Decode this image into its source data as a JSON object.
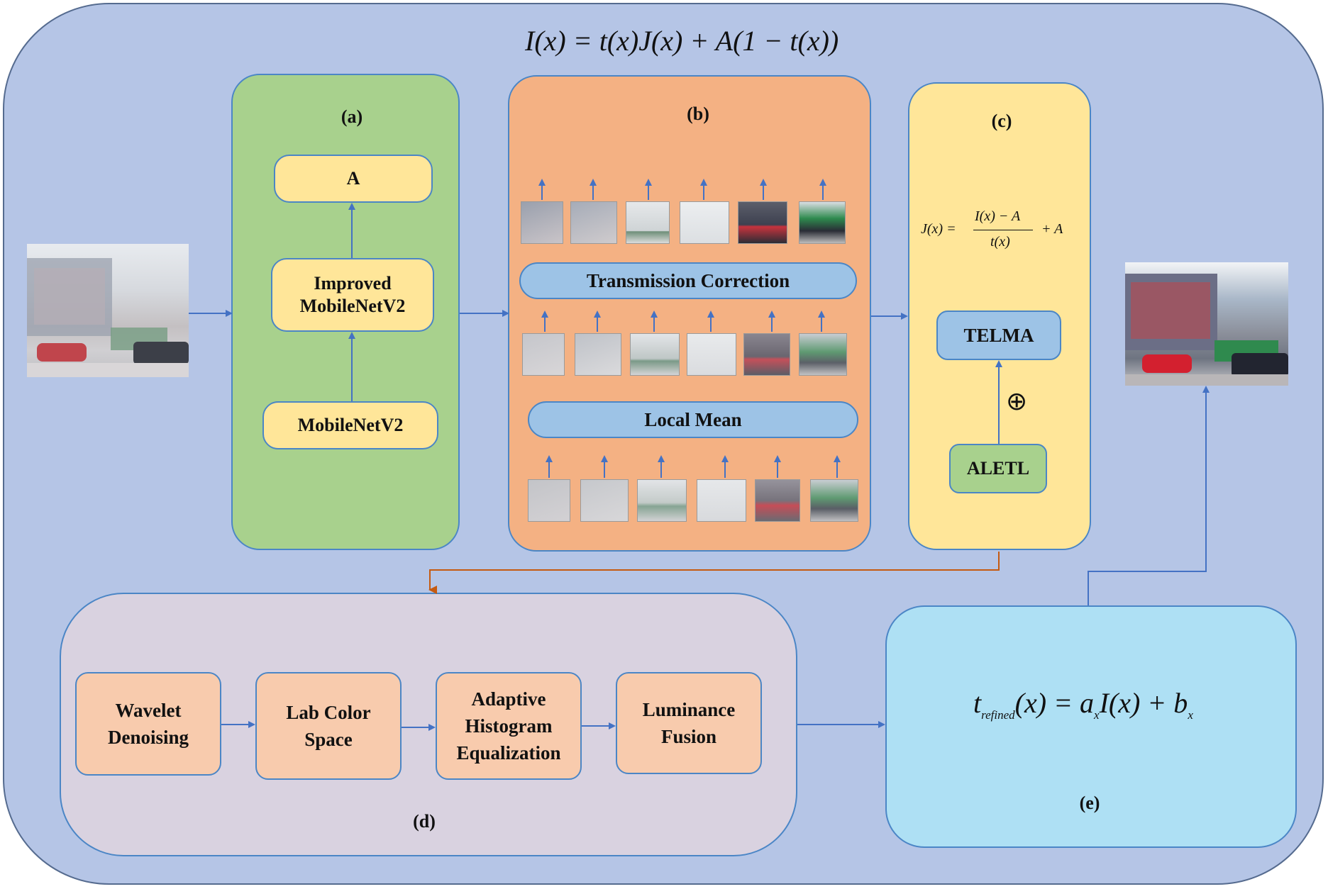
{
  "top_formula": "I(x) = t(x)J(x) + A(1 − t(x))",
  "panel_a": {
    "label": "(a)",
    "box_top": "A",
    "box_mid_line1": "Improved",
    "box_mid_line2": "MobileNetV2",
    "box_bottom": "MobileNetV2"
  },
  "panel_b": {
    "label": "(b)",
    "bar_top": "Transmission Correction",
    "bar_bottom": "Local Mean"
  },
  "panel_c": {
    "label": "(c)",
    "formula_lhs": "J(x) =",
    "formula_num": "I(x) − A",
    "formula_den": "t(x)",
    "formula_rhs": "+ A",
    "box_top": "TELMA",
    "plus_symbol": "⊕",
    "box_bottom": "ALETL"
  },
  "panel_d": {
    "label": "(d)",
    "steps": [
      {
        "line1": "Wavelet",
        "line2": "Denoising",
        "line3": ""
      },
      {
        "line1": "Lab Color",
        "line2": "Space",
        "line3": ""
      },
      {
        "line1": "Adaptive",
        "line2": "Histogram",
        "line3": "Equalization"
      },
      {
        "line1": "Luminance",
        "line2": "Fusion",
        "line3": ""
      }
    ]
  },
  "panel_e": {
    "label": "(e)",
    "formula_t": "t",
    "formula_sub": "refined",
    "formula_rest": "(x) = a",
    "formula_sub_x": "x",
    "formula_rest2": "I(x) + b",
    "formula_sub_x2": "x"
  },
  "colors": {
    "background": "#b5c5e6",
    "panel_a": "#a8d18d",
    "panel_b": "#f4b183",
    "panel_c": "#ffe699",
    "panel_d": "#d9d2e0",
    "panel_e": "#aee0f4",
    "arrow_blue": "#4472c4",
    "arrow_orange": "#c55a11"
  },
  "images": {
    "input": "hazy-street-image",
    "output": "dehazed-street-image"
  }
}
